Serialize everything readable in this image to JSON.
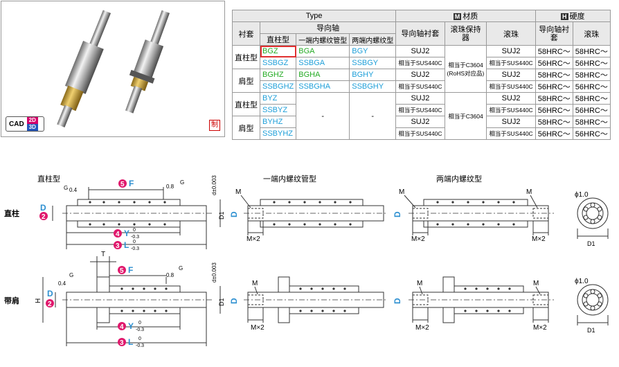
{
  "badges": {
    "cad": "CAD",
    "d2": "2D",
    "d3": "3D",
    "zhi": "制"
  },
  "table": {
    "type_header": "Type",
    "material_header": "材质",
    "material_icon": "M",
    "hardness_header": "硬度",
    "hardness_icon": "H",
    "sleeve": "衬套",
    "guide_shaft": "导向轴",
    "straight_col": "直柱型",
    "one_end_col": "一端内螺纹管型",
    "two_end_col": "两端内螺纹型",
    "mat_guide_sleeve": "导向轴衬套",
    "mat_ball_holder": "滚珠保持器",
    "mat_ball": "滚珠",
    "hard_guide_sleeve": "导向轴衬套",
    "hard_ball": "滚珠",
    "rows": [
      {
        "sleeve": "直柱型",
        "straight": "BGZ",
        "one_end": "BGA",
        "two_end": "BGY",
        "mat1": "SUJ2",
        "mat3": "SUJ2",
        "h1": "58HRC～",
        "h2": "58HRC～"
      },
      {
        "straight": "SSBGZ",
        "one_end": "SSBGA",
        "two_end": "SSBGY",
        "mat1": "相当于SUS440C",
        "mat3": "相当于SUS440C",
        "h1": "56HRC～",
        "h2": "56HRC～"
      },
      {
        "sleeve": "肩型",
        "straight": "BGHZ",
        "one_end": "BGHA",
        "two_end": "BGHY",
        "mat1": "SUJ2",
        "mat3": "SUJ2",
        "h1": "58HRC～",
        "h2": "58HRC～"
      },
      {
        "straight": "SSBGHZ",
        "one_end": "SSBGHA",
        "two_end": "SSBGHY",
        "mat1": "相当于SUS440C",
        "mat3": "相当于SUS440C",
        "h1": "56HRC～",
        "h2": "56HRC～"
      },
      {
        "sleeve": "直柱型",
        "straight": "BYZ",
        "mat1": "SUJ2",
        "mat3": "SUJ2",
        "h1": "58HRC～",
        "h2": "58HRC～"
      },
      {
        "straight": "SSBYZ",
        "mat1": "相当于SUS440C",
        "mat3": "相当于SUS440C",
        "h1": "56HRC～",
        "h2": "56HRC～"
      },
      {
        "sleeve": "肩型",
        "straight": "BYHZ",
        "mat1": "SUJ2",
        "mat3": "SUJ2",
        "h1": "58HRC～",
        "h2": "58HRC～"
      },
      {
        "straight": "SSBYHZ",
        "mat1": "相当于SUS440C",
        "mat3": "相当于SUS440C",
        "h1": "56HRC～",
        "h2": "56HRC～"
      }
    ],
    "holder_top": "相当于C3604",
    "holder_note": "(RoHS对应品)",
    "holder_bottom": "相当于C3604",
    "dash": "-"
  },
  "drawing": {
    "straight_label": "直柱型",
    "one_end_label": "一端内螺纹管型",
    "two_end_label": "两端内螺纹型",
    "row1_label": "直柱",
    "row2_label": "带肩",
    "n5": "5",
    "F": "F",
    "n4": "4",
    "Y": "Y",
    "n3": "3",
    "L": "L",
    "n2": "2",
    "D": "D",
    "tol_top": "0",
    "tol_bot": "-0.3",
    "d_tol": "d±0.003",
    "G": "G",
    "v04": "0.4",
    "v08": "0.8",
    "M": "M",
    "Mx2": "M×2",
    "D1": "D1",
    "phi": "ϕ1.0",
    "T": "T",
    "H": "H",
    "Dsym": "D"
  }
}
